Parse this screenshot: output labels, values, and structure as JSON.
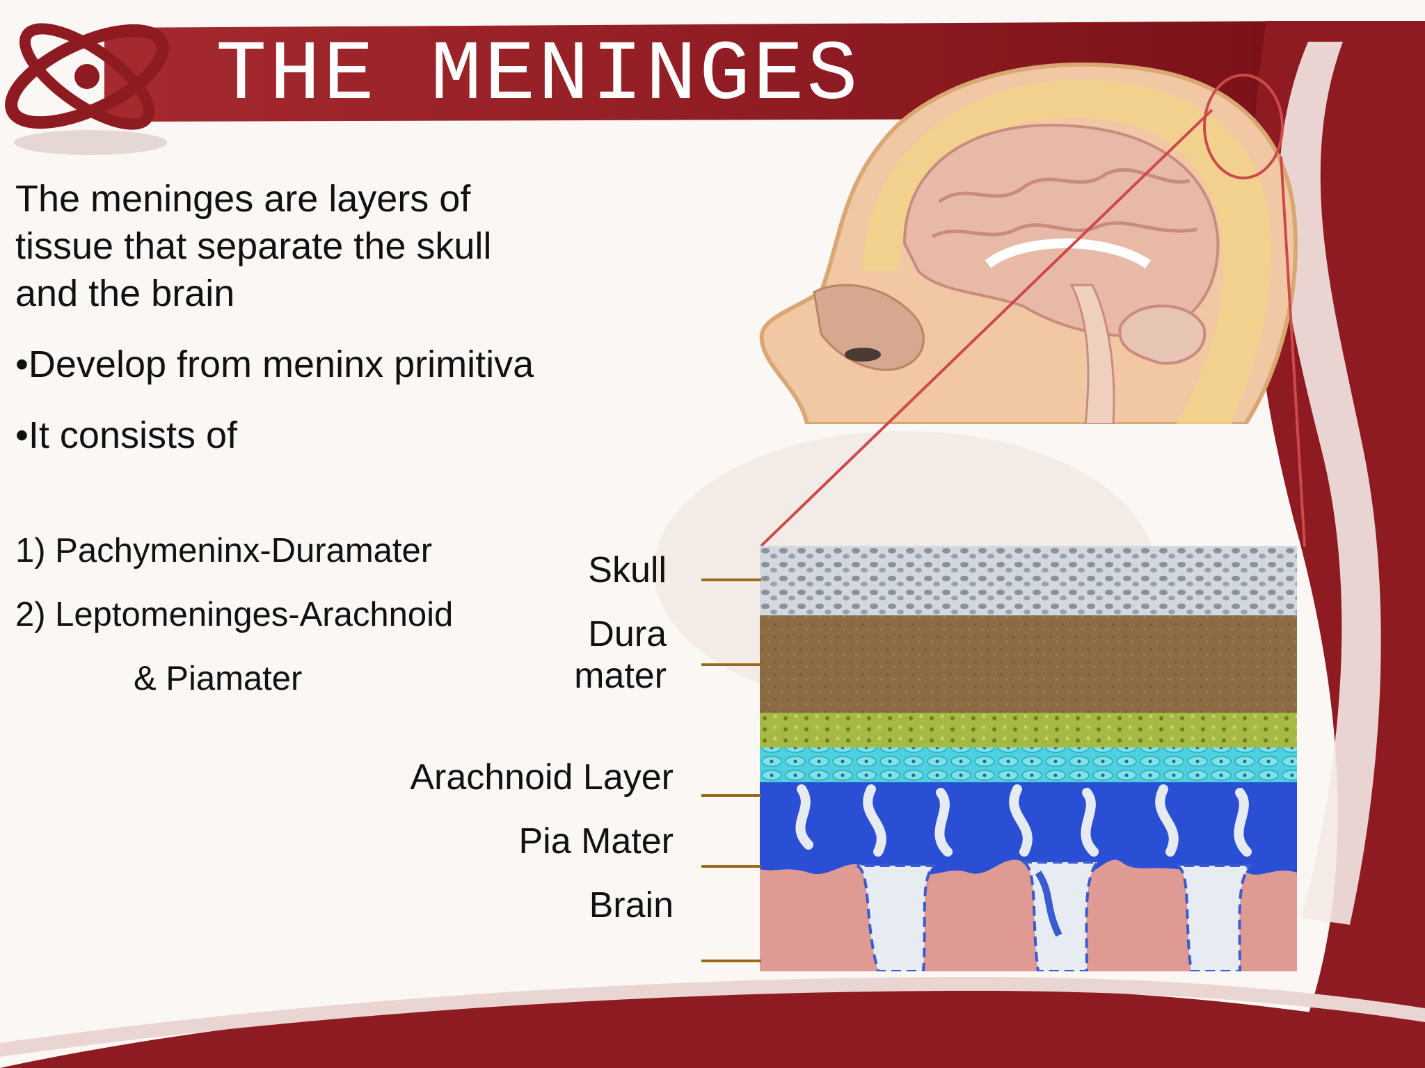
{
  "slide": {
    "title": "THE MENINGES",
    "intro": "The meninges are layers of tissue that separate the skull and the brain",
    "bullets": [
      "•Develop from meninx primitiva",
      "•It consists of"
    ],
    "list": [
      "1) Pachymeninx-Duramater",
      "2) Leptomeninges-Arachnoid",
      "& Piamater"
    ]
  },
  "diagram": {
    "labels": {
      "skull": "Skull",
      "dura_line1": "Dura",
      "dura_line2": "mater",
      "arachnoid": "Arachnoid Layer",
      "pia": "Pia Mater",
      "brain": "Brain"
    },
    "colors": {
      "skull": "#c9cfd6",
      "dura": "#8c6a44",
      "arachnoid_top": "#a7b945",
      "arachnoid_cells": "#4fd0de",
      "pia": "#2b4fd4",
      "brain": "#df9a93",
      "zoom_lines": "#cc4a4a",
      "leaders": "#9a6a1c"
    }
  },
  "theme": {
    "banner": "#8e1b22",
    "logo": "#8e1b22"
  }
}
